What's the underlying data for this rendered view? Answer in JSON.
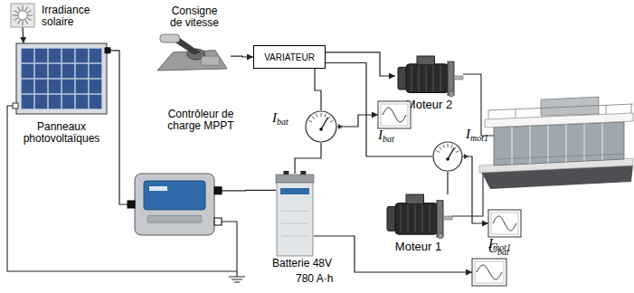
{
  "diagram": {
    "nodes": [
      {
        "text": [
          "Irradiance solaire"
        ]
      },
      {
        "text": [
          "Consigne de vitesse"
        ]
      },
      {
        "text": [
          "VARIATEUR"
        ]
      },
      {
        "text": [
          "Moteur 2"
        ]
      },
      {
        "text": [
          "Panneaux photovoltaïques"
        ]
      },
      {
        "text": [
          "I",
          "bat"
        ]
      },
      {
        "text": [
          "I",
          "bat"
        ]
      },
      {
        "text": [
          "Contrôleur de charge MPPT"
        ]
      },
      {
        "text": [
          "Batterie 48V",
          "780 A·h"
        ]
      },
      {
        "text": [
          "I",
          "mot1"
        ]
      },
      {
        "text": [
          "Moteur 1"
        ]
      },
      {
        "text": [
          "I",
          "mot1"
        ]
      },
      {
        "text": [
          "C",
          "bat"
        ]
      }
    ],
    "edges": [
      {
        "from": 0,
        "to": 4,
        "arrow": "to"
      },
      {
        "from": 1,
        "to": 2,
        "arrow": "to"
      },
      {
        "from": 2,
        "to": 3,
        "arrow": "to"
      },
      {
        "from": 2,
        "to": 9,
        "arrow": "none"
      },
      {
        "from": 9,
        "to": 10,
        "arrow": "none"
      },
      {
        "from": 9,
        "to": 11,
        "arrow": "to"
      },
      {
        "from": 4,
        "to": 7,
        "arrow": "none"
      },
      {
        "from": 7,
        "to": 8,
        "arrow": "none"
      },
      {
        "from": 8,
        "to": 5,
        "arrow": "none"
      },
      {
        "from": 5,
        "to": 2,
        "arrow": "none"
      },
      {
        "from": 5,
        "to": 6,
        "arrow": "to"
      },
      {
        "from": 8,
        "to": 12,
        "arrow": "to"
      }
    ]
  }
}
